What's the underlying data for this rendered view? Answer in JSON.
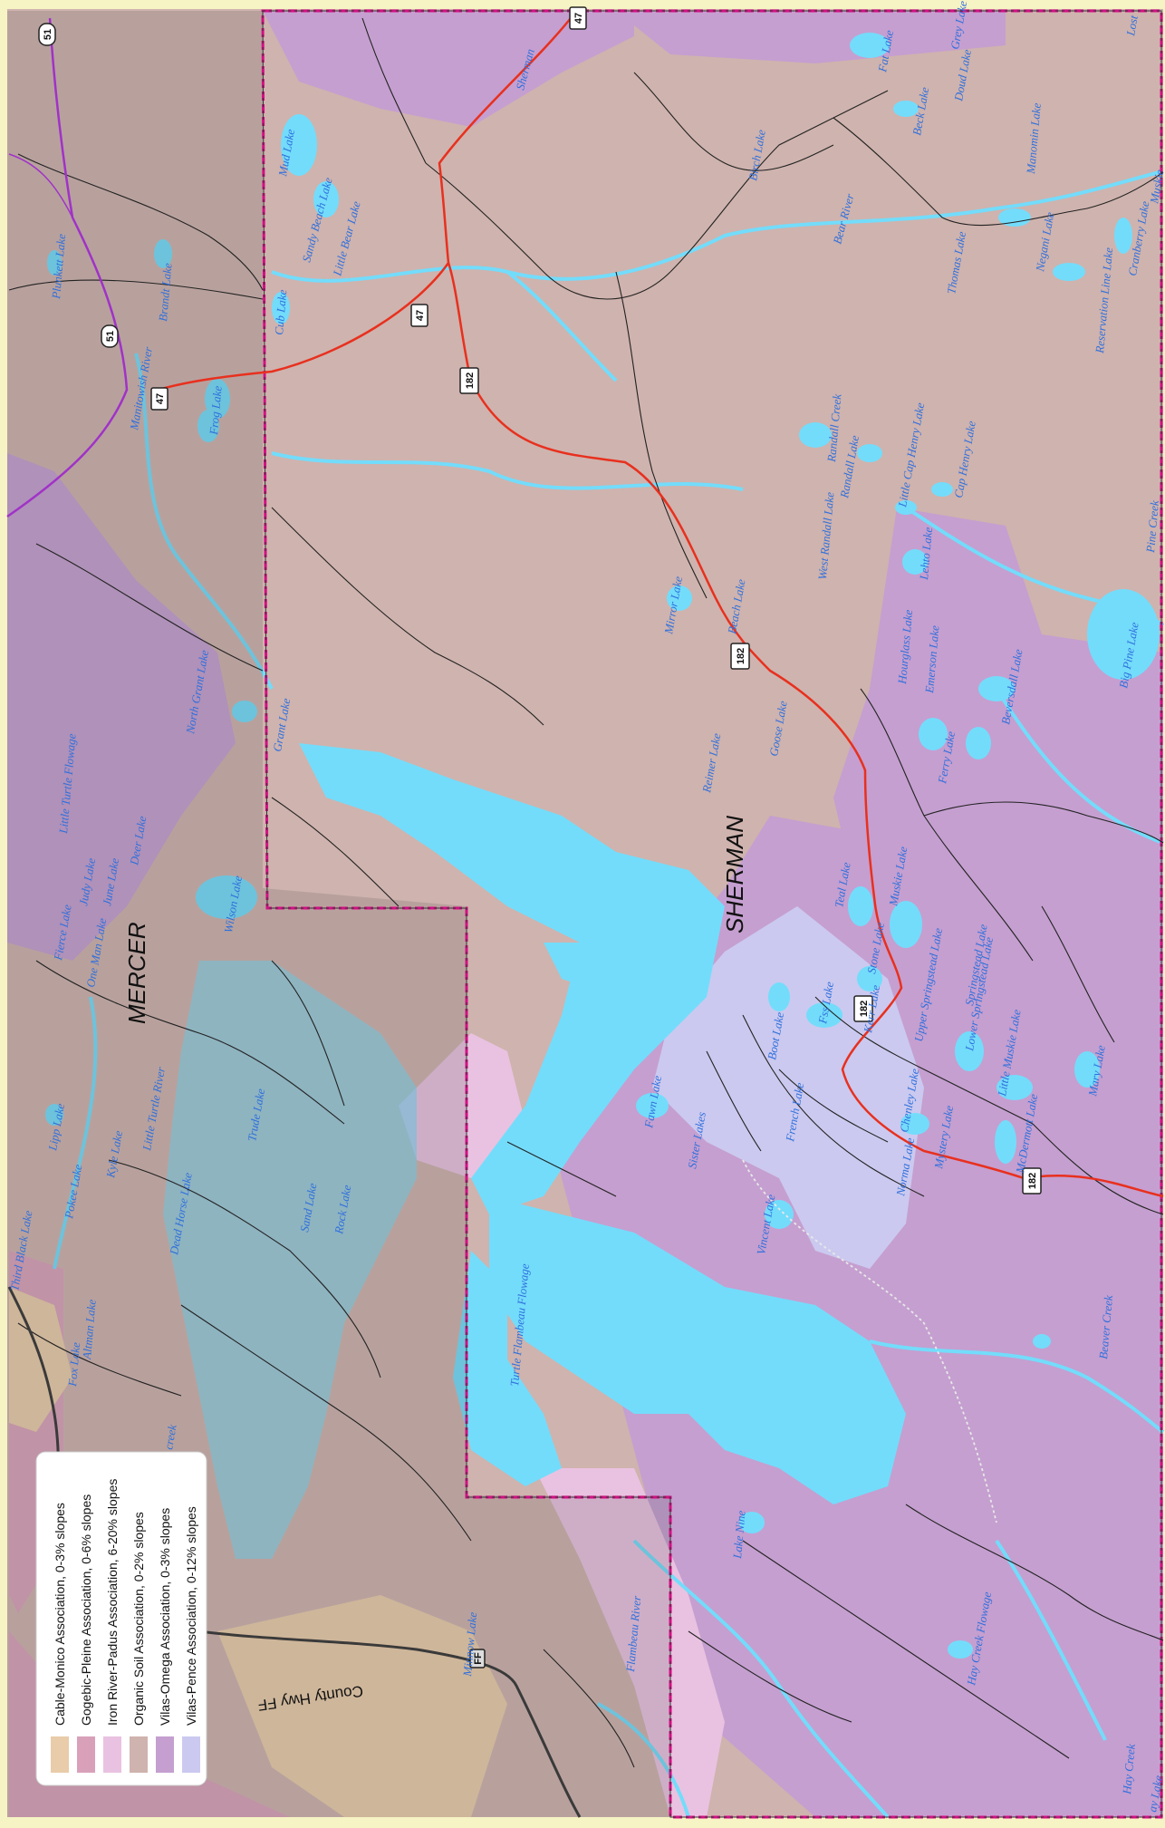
{
  "towns": {
    "mercer": "MERCER",
    "sherman": "SHERMAN"
  },
  "legend": {
    "items": [
      {
        "label": "Cable-Monico Association, 0-3% slopes",
        "color": "#e9ccaa"
      },
      {
        "label": "Gogebic-Pleine Association, 0-6% slopes",
        "color": "#d9a1b9"
      },
      {
        "label": "Iron River-Padus Association, 6-20% slopes",
        "color": "#e9c2e1"
      },
      {
        "label": "Organic Soil Association, 0-2% slopes",
        "color": "#cfb3ae"
      },
      {
        "label": "Vilas-Omega Association, 0-3% slopes",
        "color": "#c59fd0"
      },
      {
        "label": "Vilas-Pence Association, 0-12% slopes",
        "color": "#cbc9ef"
      }
    ]
  },
  "highways": {
    "h47": "47",
    "h182": "182",
    "h51": "51",
    "ff": "FF"
  },
  "road_names": {
    "county_ff": "County Hwy FF"
  },
  "labels": {
    "sherman": "Sherman",
    "fat_lake": "Fat Lake",
    "grey_lake": "Grey Lake",
    "doud_lake": "Doud Lake",
    "lost": "Lost",
    "mud_lake": "Mud Lake",
    "birch_lake": "Birch Lake",
    "beck_lake": "Beck Lake",
    "manomin_lake": "Manomin Lake",
    "sandy_beach_lake": "Sandy Beach Lake",
    "little_bear_lake": "Little Bear Lake",
    "bear_river": "Bear River",
    "thomas_lake": "Thomas Lake",
    "negani_lake": "Negani Lake",
    "cranberry_lake": "Cranberry Lake",
    "reservation_line_lake": "Reservation Line Lake",
    "plunkett_lake": "Plunkett Lake",
    "brandt_lake": "Brandt Lake",
    "cub_lake": "Cub Lake",
    "manitowish_river": "Manitowish River",
    "frog_lake": "Frog Lake",
    "randall_creek": "Randall Creek",
    "little_cap_henry_lake": "Little Cap Henry Lake",
    "cap_henry_lake": "Cap Henry Lake",
    "randall_lake": "Randall Lake",
    "west_randall_lake": "West Randall Lake",
    "lehto_lake": "Lehto Lake",
    "pine_creek": "Pine Creek",
    "mirror_lake": "Mirror Lake",
    "beach_lake": "Beach Lake",
    "hourglass_lake": "Hourglass Lake",
    "emerson_lake": "Emerson Lake",
    "big_pine_lake": "Big Pine Lake",
    "north_grant_lake": "North Grant Lake",
    "grant_lake": "Grant Lake",
    "goose_lake": "Goose Lake",
    "reimer_lake": "Reimer Lake",
    "beversdall_lake": "Beversdall Lake",
    "ferry_lake": "Ferry Lake",
    "little_turtle_flowage": "Little Turtle Flowage",
    "deer_lake": "Deer Lake",
    "june_lake": "June Lake",
    "judy_lake": "Judy Lake",
    "wilson_lake": "Wilson Lake",
    "teal_lake": "Teal Lake",
    "muskie_lake": "Muskie Lake",
    "fierce_lake": "Fierce Lake",
    "one_man_lake": "One Man Lake",
    "stone_lake": "Stone Lake",
    "upper_springstead_lake": "Upper Springstead Lake",
    "springstead_lake": "Springstead Lake",
    "little_turtle_river": "Little Turtle River",
    "boot_lake": "Boot Lake",
    "fss_lake": "Fss Lake",
    "lower_springstead_lake": "Lower Springstead Lake",
    "little_muskie_lake": "Little Muskie Lake",
    "mary_lake": "Mary Lake",
    "lipp_lake": "Lipp Lake",
    "kyle_lake": "Kyle Lake",
    "trude_lake": "Trude Lake",
    "fawn_lake": "Fawn Lake",
    "french_lake": "French Lake",
    "chenley_lake": "Chenley Lake",
    "mcdermott_lake": "McDermott Lake",
    "sister_lakes": "Sister Lakes",
    "norma_lake": "Norma Lake",
    "mystery_lake": "Mystery Lake",
    "pokee_lake": "Pokee Lake",
    "dead_horse_lake": "Dead Horse Lake",
    "sand_lake": "Sand Lake",
    "rock_lake": "Rock Lake",
    "vincent_lake": "Vincent Lake",
    "third_black_lake": "Third Black Lake",
    "turtle_flambeau_flowage": "Turtle Flambeau Flowage",
    "altman_lake": "Altman Lake",
    "fox_lake": "Fox Lake",
    "beaver_creek": "Beaver Creek",
    "lake_nine": "Lake Nine",
    "flambeau_river": "Flambeau River",
    "minnow_lake": "Minnow Lake",
    "hay_creek_flowage": "Hay Creek Flowage",
    "hay_creek": "Hay Creek",
    "muskie": "Muskie",
    "creek": "creek",
    "ay_lake": "ay Lake",
    "kerr_lake": "Kerr Lake"
  }
}
